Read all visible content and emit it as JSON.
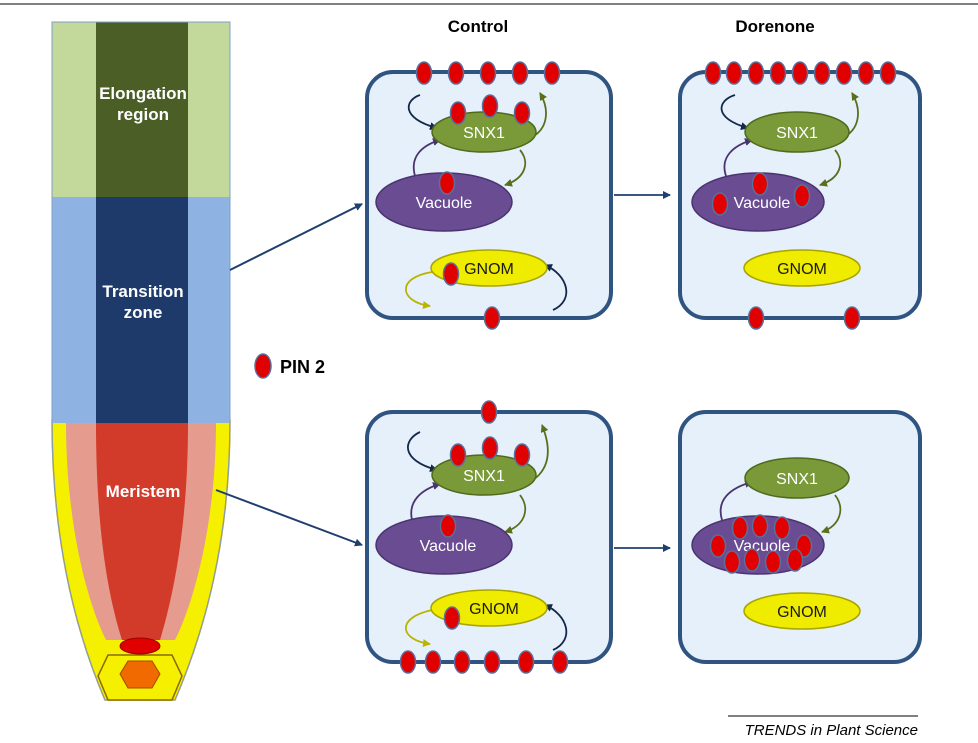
{
  "columns": {
    "control": "Control",
    "dorenone": "Dorenone"
  },
  "root": {
    "elongation_line1": "Elongation",
    "elongation_line2": "region",
    "transition_line1": "Transition",
    "transition_line2": "zone",
    "meristem": "Meristem"
  },
  "legend": {
    "pin_label": "PIN 2"
  },
  "organelles": {
    "snx1": "SNX1",
    "vacuole": "Vacuole",
    "gnom": "GNOM"
  },
  "footer": {
    "source": "TRENDS in Plant Science"
  },
  "colors": {
    "elongation_outer": "#c3d89b",
    "elongation_inner": "#4a5e25",
    "transition_outer": "#8eb3e3",
    "transition_inner": "#1d3a6b",
    "meristem_outer": "#e59b8e",
    "meristem_inner": "#d23a2a",
    "root_cap": "#f5f000",
    "cell_fill": "#e6f0fa",
    "cell_border": "#2f5481",
    "snx1": "#7a9a3a",
    "vacuole": "#6a4c93",
    "gnom": "#f0ec00",
    "pin": "#e00000"
  }
}
